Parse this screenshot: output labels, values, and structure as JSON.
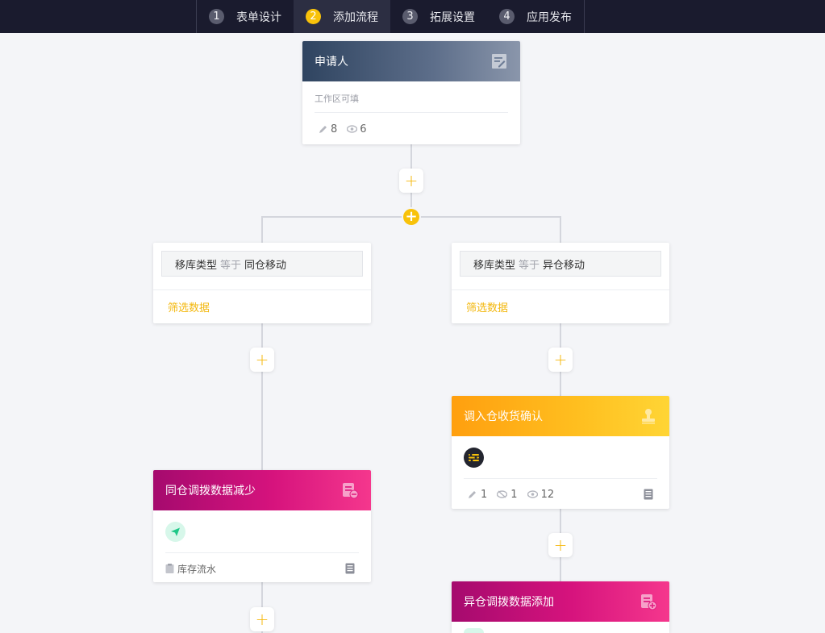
{
  "steps": [
    {
      "num": "1",
      "label": "表单设计"
    },
    {
      "num": "2",
      "label": "添加流程"
    },
    {
      "num": "3",
      "label": "拓展设置"
    },
    {
      "num": "4",
      "label": "应用发布"
    }
  ],
  "applicant": {
    "title": "申请人",
    "subtitle": "工作区可填",
    "edit_count": "8",
    "view_count": "6"
  },
  "branches": [
    {
      "field": "移库类型",
      "operator": "等于",
      "value": "同仓移动",
      "filter_label": "筛选数据"
    },
    {
      "field": "移库类型",
      "operator": "等于",
      "value": "异仓移动",
      "filter_label": "筛选数据"
    }
  ],
  "node_reduce": {
    "title": "同仓调拨数据减少",
    "footer_label": "库存流水"
  },
  "node_confirm": {
    "title": "调入仓收货确认",
    "edit_count": "1",
    "hide_count": "1",
    "view_count": "12"
  },
  "node_add": {
    "title": "异仓调拨数据添加"
  },
  "add_label": "+",
  "colors": {
    "accent": "#f8c20a",
    "nav_bg": "#1a1b2e"
  }
}
